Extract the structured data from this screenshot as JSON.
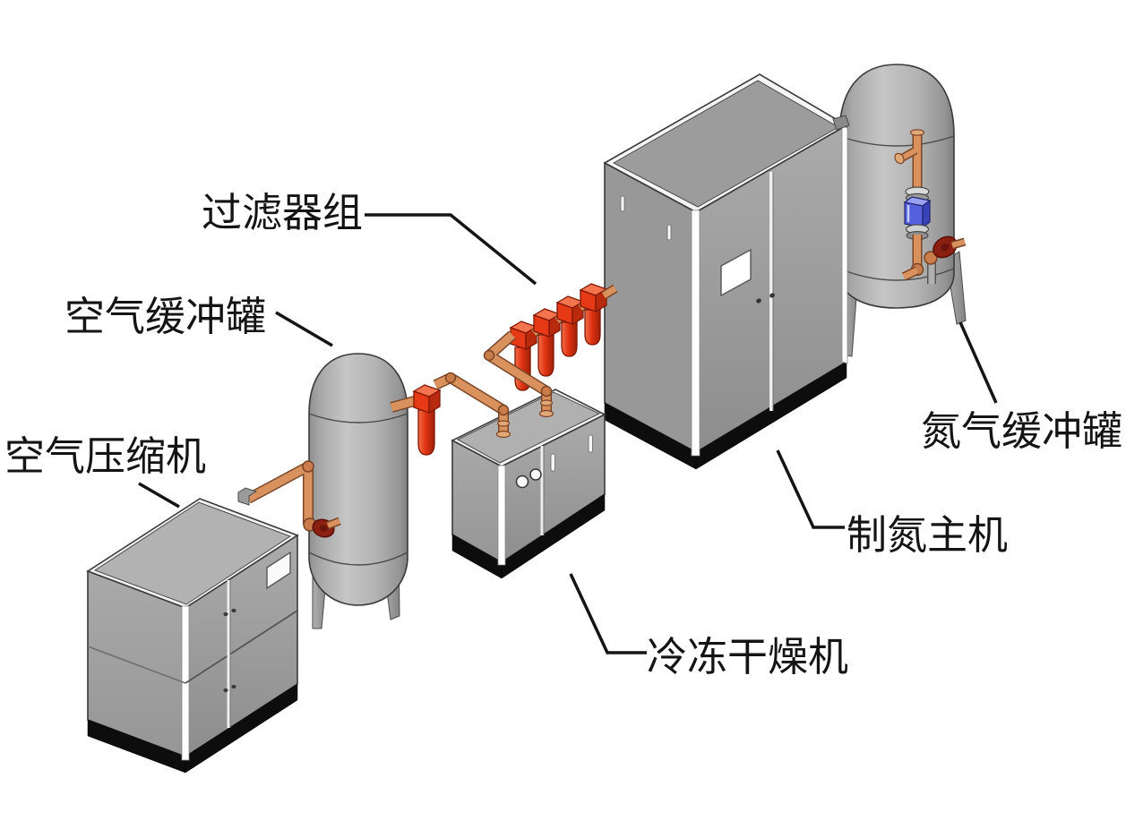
{
  "page": {
    "type": "isometric-equipment-diagram",
    "background": "#ffffff"
  },
  "labels": {
    "air_compressor": "空气压缩机",
    "air_buffer_tank": "空气缓冲罐",
    "filter_group": "过滤器组",
    "freeze_dryer": "冷冻干燥机",
    "nitrogen_generator": "制氮主机",
    "nitrogen_buffer_tank": "氮气缓冲罐"
  },
  "colors": {
    "background": "#ffffff",
    "equipment_gray": "#a6a6a6",
    "base_black": "#0d0d0d",
    "pipe_copper": "#d9925e",
    "filter_red": "#e63a17",
    "valve_blue": "#5560dd",
    "handwheel_dark_red": "#8b2012",
    "label_text": "#141414"
  }
}
